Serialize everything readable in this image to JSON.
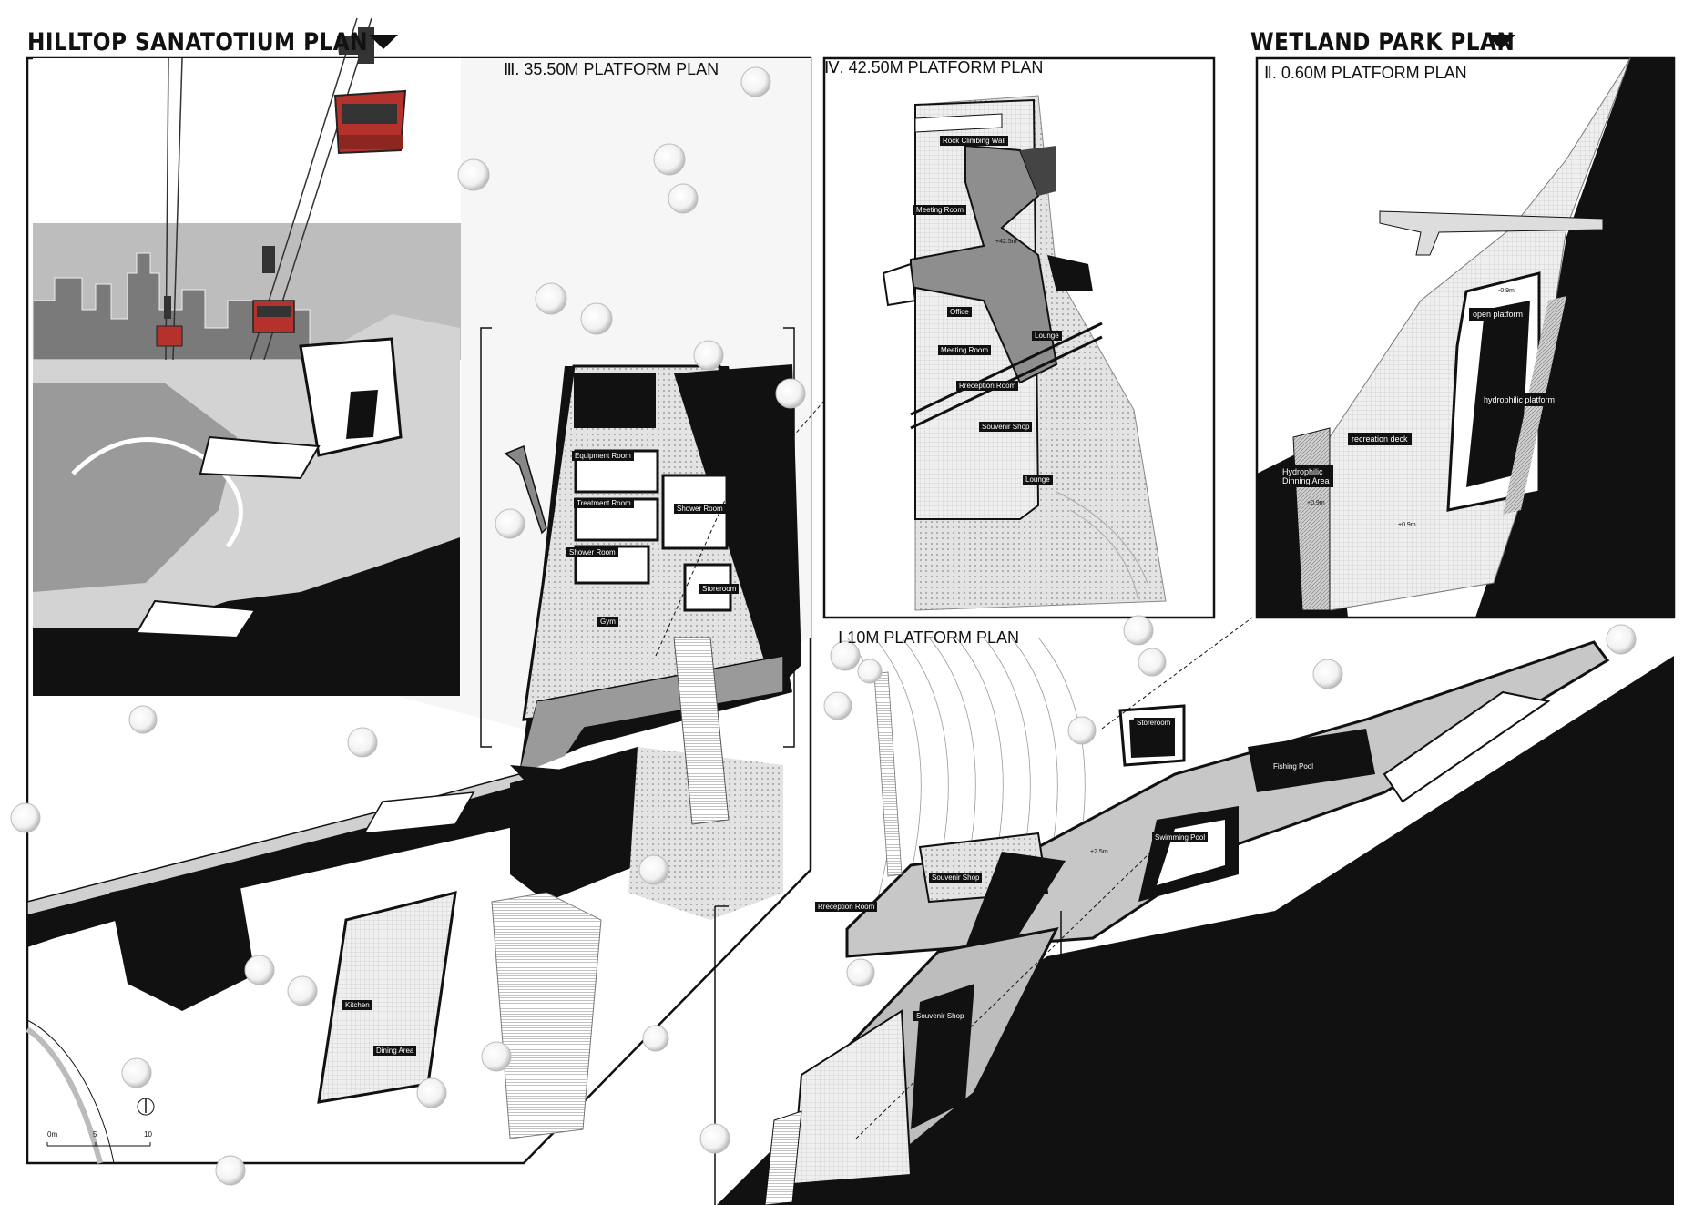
{
  "titles": {
    "hilltop": "HILLTOP SANATOTIUM PLAN",
    "wetland": "WETLAND PARK PLAN"
  },
  "subtitles": {
    "p35": "Ⅲ. 35.50M PLATFORM PLAN",
    "p42": "Ⅳ. 42.50M PLATFORM PLAN",
    "p060": "Ⅱ. 0.60M PLATFORM PLAN",
    "p10": "Ⅰ  10M PLATFORM PLAN"
  },
  "rooms": {
    "rock_climbing_wall": "Rock Climbing Wall",
    "meeting_room_1": "Meeting Room",
    "office": "Office",
    "meeting_room_2": "Meeting Room",
    "lounge_1": "Lounge",
    "reception_room_42": "Rreception Room",
    "souvenir_shop_42": "Souvenir Shop",
    "lounge_2": "Lounge",
    "equipment_room": "Equipment Room",
    "treatment_room": "Treatment Room",
    "shower_room_1": "Shower Room",
    "shower_room_2": "Shower Room",
    "storeroom_35": "Storeroom",
    "gym": "Gym",
    "kitchen": "Kitchen",
    "dining_area": "Dining Area",
    "open_platform": "open platform",
    "hydrophilic_platform": "hydrophilic platform",
    "recreation_deck": "recreation deck",
    "hydrophilic_dining": "Hydrophilic\nDinning Area",
    "storeroom_10": "Storeroom",
    "fishing_pool": "Fishing Pool",
    "swimming_pool": "Swimming Pool",
    "souvenir_shop_10a": "Souvenir Shop",
    "reception_room_10": "Rreception Room",
    "souvenir_shop_10b": "Souvenir Shop"
  },
  "levels": {
    "l42": "+42.5m",
    "w1": "-0.9m",
    "w2": "+0.9m",
    "w3": "+0.9m",
    "l10": "+2.5m"
  },
  "scale": {
    "t0": "0m",
    "t5": "5",
    "t10": "10"
  },
  "colors": {
    "ink": "#111111",
    "paper": "#ffffff",
    "mid_gray": "#9a9a9a",
    "light_gray": "#d6d6d6",
    "sky_gray": "#bdbdbd",
    "cable_car_red": "#b5312c"
  }
}
